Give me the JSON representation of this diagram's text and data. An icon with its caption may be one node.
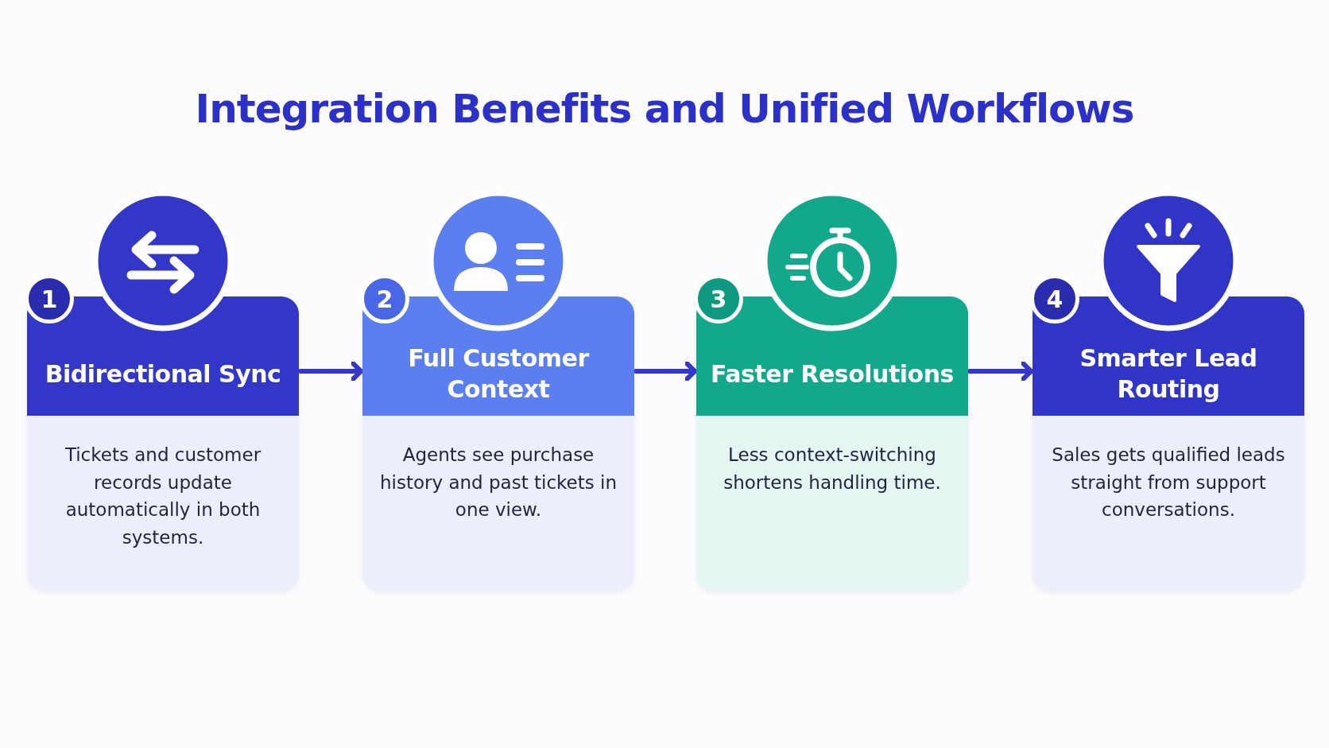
{
  "diagram": {
    "title": "Integration Benefits and Unified Workflows",
    "nodes": [
      {
        "text": [
          "1"
        ]
      },
      {
        "text": [
          "Bidirectional Sync",
          "Tickets and customer records update automatically in both systems."
        ]
      },
      {
        "text": [
          "2"
        ]
      },
      {
        "text": [
          "Full Customer Context",
          "Agents see purchase history and past tickets in one view."
        ]
      },
      {
        "text": [
          "3"
        ]
      },
      {
        "text": [
          "Faster Resolutions",
          "Less context-switching shortens handling time."
        ]
      },
      {
        "text": [
          "4"
        ]
      },
      {
        "text": [
          "Smarter Lead Routing",
          "Sales gets qualified leads straight from support conversations."
        ]
      }
    ],
    "edges": [
      {
        "from": 1,
        "to": 3,
        "arrow": "to"
      },
      {
        "from": 3,
        "to": 5,
        "arrow": "to"
      },
      {
        "from": 5,
        "to": 7,
        "arrow": "to"
      }
    ]
  }
}
